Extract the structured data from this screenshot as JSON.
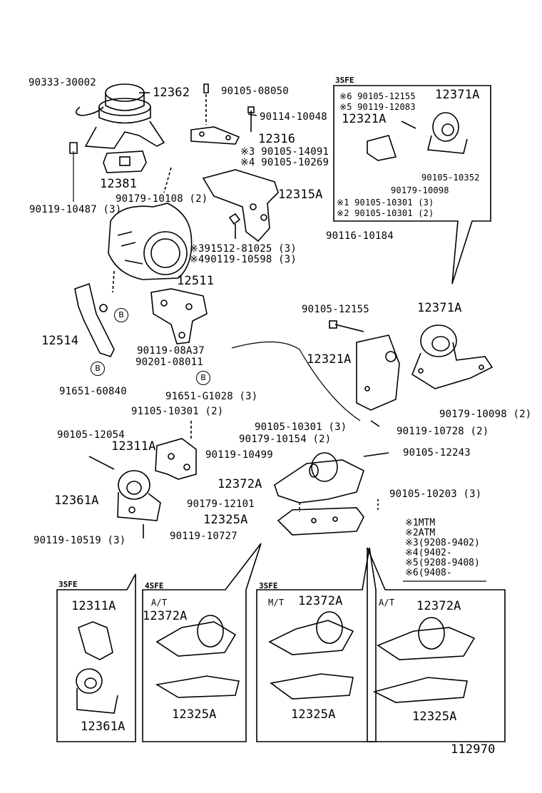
{
  "diagram": {
    "figure_number": "112970",
    "part_labels": {
      "p90333": "90333-30002",
      "p12362": "12362",
      "p90105_08050": "90105-08050",
      "p90114": "90114-10048",
      "p12316": "12316",
      "p90105_14091": "※3 90105-14091",
      "p90105_10269": "※4 90105-10269",
      "p12381": "12381",
      "p90179_10108": "90179-10108 (2)",
      "p12315A": "12315A",
      "p90119_10487": "90119-10487 (3)",
      "p90116": "90116-10184",
      "p91512": "※391512-81025 (3)",
      "p90119_10598": "※490119-10598 (3)",
      "p12511": "12511",
      "p12514": "12514",
      "p90119_08A37": "90119-08A37",
      "p90201": "90201-08011",
      "p91651_60840": "91651-60840",
      "p91651_G1028": "91651-G1028 (3)",
      "p91105": "91105-10301 (2)",
      "p90105_12054": "90105-12054",
      "p12311A": "12311A",
      "p12361A": "12361A",
      "p90179_12101": "90179-12101",
      "p90119_10519": "90119-10519 (3)",
      "p90105_12155": "90105-12155",
      "p12371A": "12371A",
      "p12321A": "12321A",
      "p90105_10301": "90105-10301 (3)",
      "p90179_10154": "90179-10154 (2)",
      "p90119_10499": "90119-10499",
      "p90105_12243": "90105-12243",
      "p12372A": "12372A",
      "p90105_10203": "90105-10203 (3)",
      "p12325A": "12325A",
      "p90119_10727": "90119-10727",
      "p90179_10098": "90179-10098 (2)",
      "p90119_10728": "90119-10728 (2)"
    },
    "reference_marks": [
      "B",
      "B",
      "B"
    ],
    "inset_3sfe_top": {
      "header": "3SFE",
      "labels": {
        "l1": "※6 90105-12155",
        "l1b": "12371A",
        "l2": "※5 90119-12083",
        "l3": "12321A",
        "l4": "90105-10352",
        "l5": "90179-10098",
        "l6": "※1 90105-10301 (3)",
        "l7": "※2 90105-10301 (2)"
      }
    },
    "legend": [
      "※1MTM",
      "※2ATM",
      "※3(9208-9402)",
      "※4(9402-",
      "※5(9208-9408)",
      "※6(9408-"
    ],
    "bottom_insets": [
      {
        "header": "3SFE",
        "sub": "",
        "labels": [
          "12311A",
          "12361A"
        ]
      },
      {
        "header": "4SFE",
        "sub": "A/T",
        "labels": [
          "12372A",
          "12325A"
        ]
      },
      {
        "header": "3SFE",
        "sub": "M/T",
        "labels": [
          "12372A",
          "12325A"
        ]
      },
      {
        "header": "",
        "sub": "A/T",
        "labels": [
          "12372A",
          "12325A"
        ]
      }
    ]
  }
}
